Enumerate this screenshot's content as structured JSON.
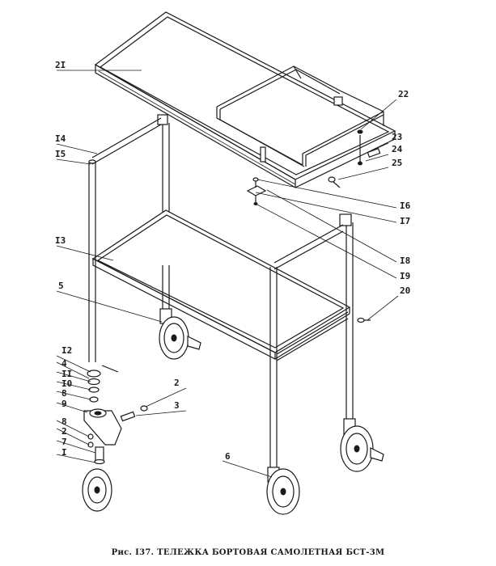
{
  "figure": {
    "caption": "Рис. I37. ТЕЛЕЖКА БОРТОВАЯ САМОЛЕТНАЯ БСТ-3М"
  },
  "callouts": [
    {
      "id": "c21",
      "text": "2I"
    },
    {
      "id": "c22",
      "text": "22"
    },
    {
      "id": "c23",
      "text": "23"
    },
    {
      "id": "c24",
      "text": "24"
    },
    {
      "id": "c25",
      "text": "25"
    },
    {
      "id": "c14",
      "text": "I4"
    },
    {
      "id": "c15",
      "text": "I5"
    },
    {
      "id": "c16",
      "text": "I6"
    },
    {
      "id": "c17",
      "text": "I7"
    },
    {
      "id": "c13",
      "text": "I3"
    },
    {
      "id": "c18",
      "text": "I8"
    },
    {
      "id": "c19",
      "text": "I9"
    },
    {
      "id": "c5",
      "text": "5"
    },
    {
      "id": "c20",
      "text": "20"
    },
    {
      "id": "c12",
      "text": "I2"
    },
    {
      "id": "c4",
      "text": "4"
    },
    {
      "id": "c11",
      "text": "II"
    },
    {
      "id": "c10",
      "text": "I0"
    },
    {
      "id": "c8a",
      "text": "8"
    },
    {
      "id": "c9",
      "text": "9"
    },
    {
      "id": "c2a",
      "text": "2"
    },
    {
      "id": "c3",
      "text": "3"
    },
    {
      "id": "c8b",
      "text": "8"
    },
    {
      "id": "c2b",
      "text": "2"
    },
    {
      "id": "c7",
      "text": "7"
    },
    {
      "id": "c1",
      "text": "I"
    },
    {
      "id": "c6",
      "text": "6"
    }
  ]
}
